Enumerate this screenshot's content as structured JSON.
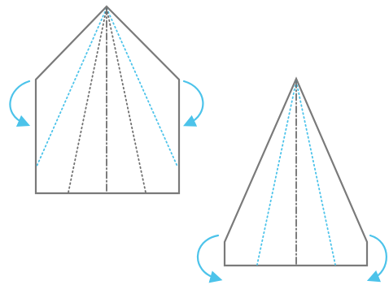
{
  "diagram": {
    "description_step_count": 2,
    "colors": {
      "outline": "#7a7a7a",
      "mountain_fold": "#6f6f6f",
      "valley_fold": "#4cc3ea",
      "arrow": "#4cc3ea"
    },
    "steps": [
      {
        "name": "step-1-pentagon",
        "fold_lines": {
          "valley": 2,
          "mountain": 2,
          "center_dash_dot": 1
        },
        "arrows": [
          "fold-left-edge-in",
          "fold-right-edge-in"
        ]
      },
      {
        "name": "step-2-triangle",
        "fold_lines": {
          "valley": 2,
          "center_dash_dot": 1
        },
        "arrows": [
          "fold-left-corner-under",
          "fold-right-corner-under"
        ]
      }
    ]
  }
}
